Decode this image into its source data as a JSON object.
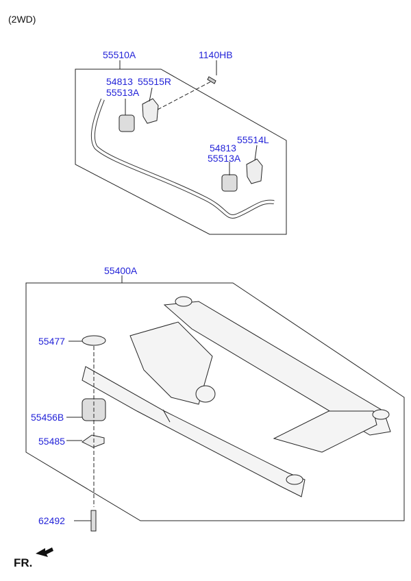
{
  "variant_note": "(2WD)",
  "stabilizer_group": {
    "assembly": "55510A",
    "bolt": "1140HB",
    "right_bushing_a": "54813",
    "right_bracket": "55515R",
    "right_bushing_b": "55513A",
    "left_bracket": "55514L",
    "left_bushing_a": "54813",
    "left_bushing_b": "55513A"
  },
  "crossmember_group": {
    "assembly": "55400A",
    "stopper": "55477",
    "bushing": "55456B",
    "plate": "55485",
    "bolt": "62492"
  },
  "front_indicator": "FR.",
  "colors": {
    "label": "#2323d8",
    "line": "#222222"
  }
}
